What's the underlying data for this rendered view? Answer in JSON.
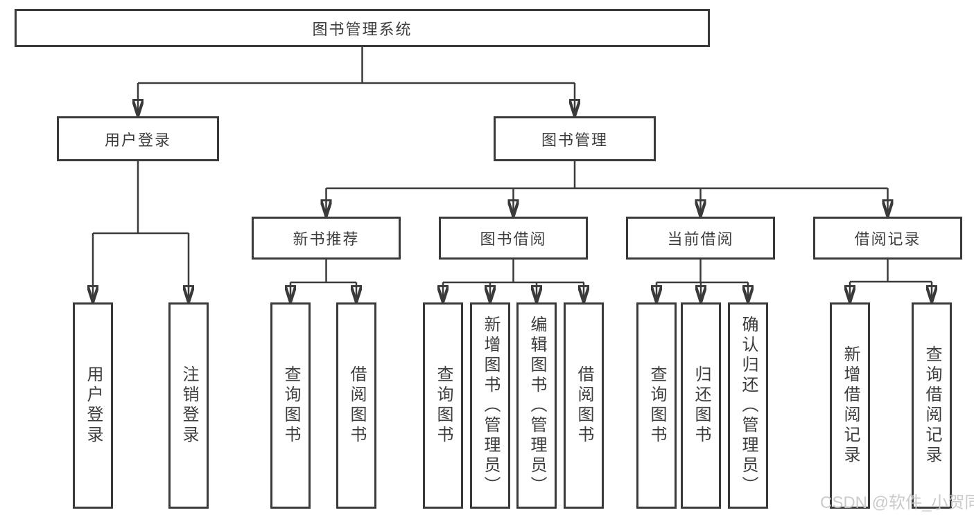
{
  "title": "图书管理系统",
  "tree": {
    "label": "图书管理系统",
    "children": [
      {
        "label": "用户登录",
        "children": [
          {
            "label": "用户登录"
          },
          {
            "label": "注销登录"
          }
        ]
      },
      {
        "label": "图书管理",
        "children": [
          {
            "label": "新书推荐",
            "children": [
              {
                "label": "查询图书"
              },
              {
                "label": "借阅图书"
              }
            ]
          },
          {
            "label": "图书借阅",
            "children": [
              {
                "label": "查询图书"
              },
              {
                "label": "新增图书（管理员）"
              },
              {
                "label": "编辑图书（管理员）"
              },
              {
                "label": "借阅图书"
              }
            ]
          },
          {
            "label": "当前借阅",
            "children": [
              {
                "label": "查询图书"
              },
              {
                "label": "归还图书"
              },
              {
                "label": "确认归还（管理员）"
              }
            ]
          },
          {
            "label": "借阅记录",
            "children": [
              {
                "label": "新增借阅记录"
              },
              {
                "label": "查询借阅记录"
              }
            ]
          }
        ]
      }
    ]
  },
  "watermark": {
    "text": "CSDN @软件_小贺同学"
  },
  "colors": {
    "line": "#3a3a3a",
    "box_border": "#3a3a3a",
    "box_fill": "#ffffff",
    "label_text": "#3d3d3d",
    "watermark_text": "#c6c6c6",
    "background": "#ffffff"
  }
}
